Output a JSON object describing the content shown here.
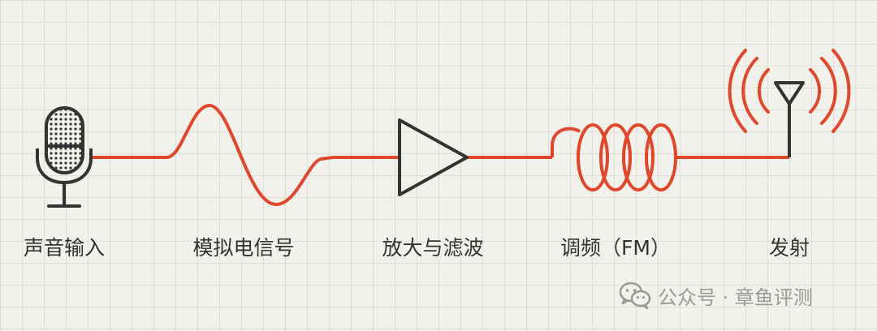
{
  "colors": {
    "signal": "#e0482e",
    "outline": "#333333",
    "background": "#f3f1eb",
    "watermark": "#9a9a9a"
  },
  "stages": [
    {
      "label": "声音输入",
      "icon": "microphone-icon"
    },
    {
      "label": "模拟电信号",
      "icon": "sine-wave-icon"
    },
    {
      "label": "放大与滤波",
      "icon": "amplifier-triangle-icon"
    },
    {
      "label": "调频（FM）",
      "icon": "coil-icon"
    },
    {
      "label": "发射",
      "icon": "antenna-icon"
    }
  ],
  "watermark": {
    "icon": "wechat-icon",
    "text": "公众号 · 章鱼评测"
  }
}
